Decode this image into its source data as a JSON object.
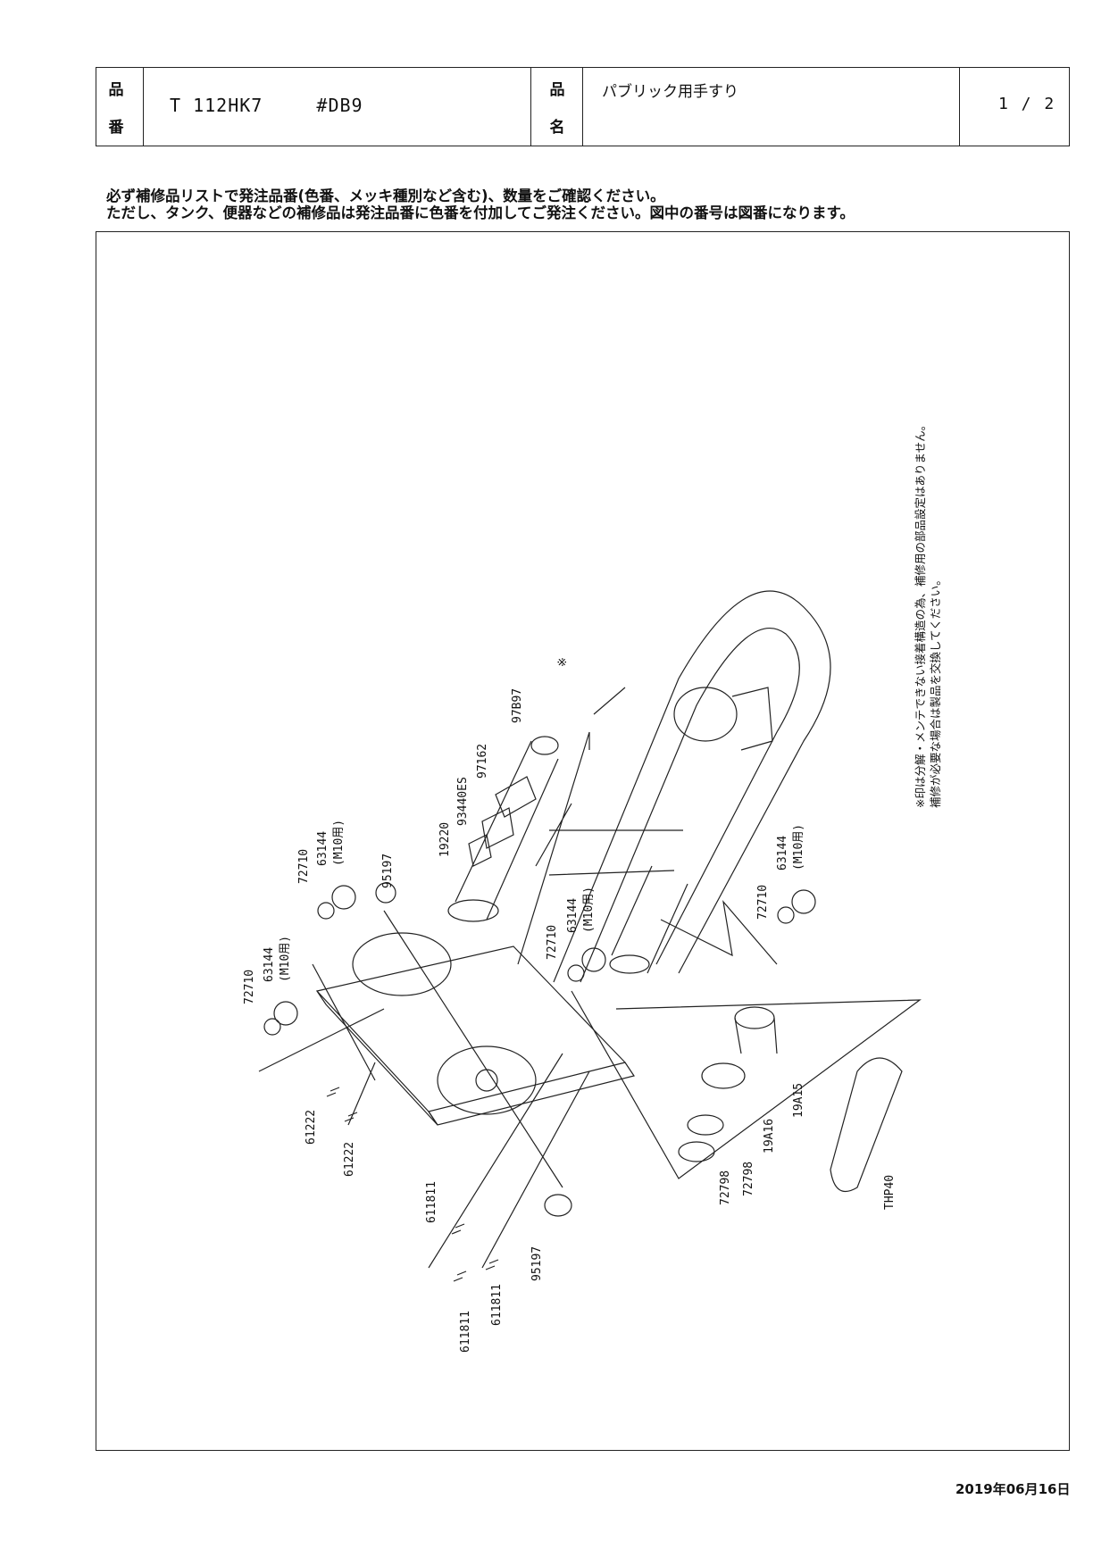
{
  "header": {
    "hinban_label": [
      "品",
      "番"
    ],
    "code": "T 112HK7",
    "color_code": "#DB9",
    "hinmei_label": [
      "品",
      "名"
    ],
    "product_name": "パブリック用手すり",
    "page": "1 / 2"
  },
  "notes": [
    "必ず補修品リストで発注品番(色番、メッキ種別など含む)、数量をご確認ください。",
    "ただし、タンク、便器などの補修品は発注品番に色番を付加してご発注ください。図中の番号は図番になります。"
  ],
  "diagram": {
    "side_note": [
      "※印は分解・メンテできない接着構造の為、補修用の部品設定はありません。",
      "補修が必要な場合は製品を交換してください。"
    ],
    "labels": {
      "asterisk": "※",
      "p97B97": "97B97",
      "p97162": "97162",
      "p93440ES": "93440ES",
      "p19220": "19220",
      "p95197_top": "95197",
      "p63144_a": "63144",
      "p63144_a_sub": "(M10用)",
      "p72710_a": "72710",
      "p63144_b": "63144",
      "p63144_b_sub": "(M10用)",
      "p72710_b": "72710",
      "p63144_c": "63144",
      "p63144_c_sub": "(M10用)",
      "p72710_c": "72710",
      "p63144_d": "63144",
      "p63144_d_sub": "(M10用)",
      "p72710_d": "72710",
      "p61222_a": "61222",
      "p61222_b": "61222",
      "p611811_a": "611811",
      "p611811_b": "611811",
      "p611811_c": "611811",
      "p95197_bot": "95197",
      "p19A15": "19A15",
      "p19A16": "19A16",
      "p72798_a": "72798",
      "p72798_b": "72798",
      "pTHP40": "THP40"
    }
  },
  "date": "2019年06月16日"
}
